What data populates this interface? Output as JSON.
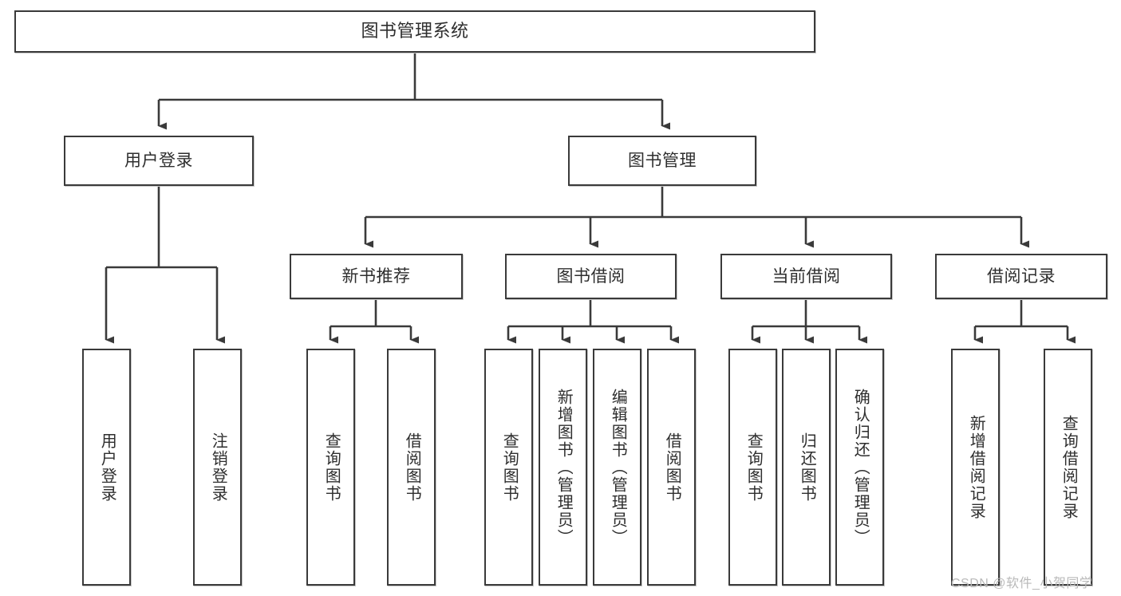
{
  "diagram": {
    "type": "hierarchy-tree",
    "title": "图书管理系统",
    "levels": 4,
    "colors": {
      "box_border": "#3a3a3a",
      "box_fill": "#ffffff",
      "connector": "#3a3a3a",
      "text": "#2e2e2e",
      "watermark": "#b9b9b9"
    },
    "root": {
      "label": "图书管理系统"
    },
    "level2": [
      {
        "label": "用户登录"
      },
      {
        "label": "图书管理"
      }
    ],
    "level3": [
      {
        "label": "新书推荐"
      },
      {
        "label": "图书借阅"
      },
      {
        "label": "当前借阅"
      },
      {
        "label": "借阅记录"
      }
    ],
    "leaves": {
      "user_login": [
        {
          "label": "用户登录"
        },
        {
          "label": "注销登录"
        }
      ],
      "new_book": [
        {
          "label": "查询图书"
        },
        {
          "label": "借阅图书"
        }
      ],
      "book_borrow": [
        {
          "label": "查询图书"
        },
        {
          "label": "新增图书（管理员）"
        },
        {
          "label": "编辑图书（管理员）"
        },
        {
          "label": "借阅图书"
        }
      ],
      "current_borrow": [
        {
          "label": "查询图书"
        },
        {
          "label": "归还图书"
        },
        {
          "label": "确认归还（管理员）"
        }
      ],
      "borrow_record": [
        {
          "label": "新增借阅记录"
        },
        {
          "label": "查询借阅记录"
        }
      ]
    }
  },
  "watermark": {
    "text": "CSDN @软件_小贺同学"
  }
}
